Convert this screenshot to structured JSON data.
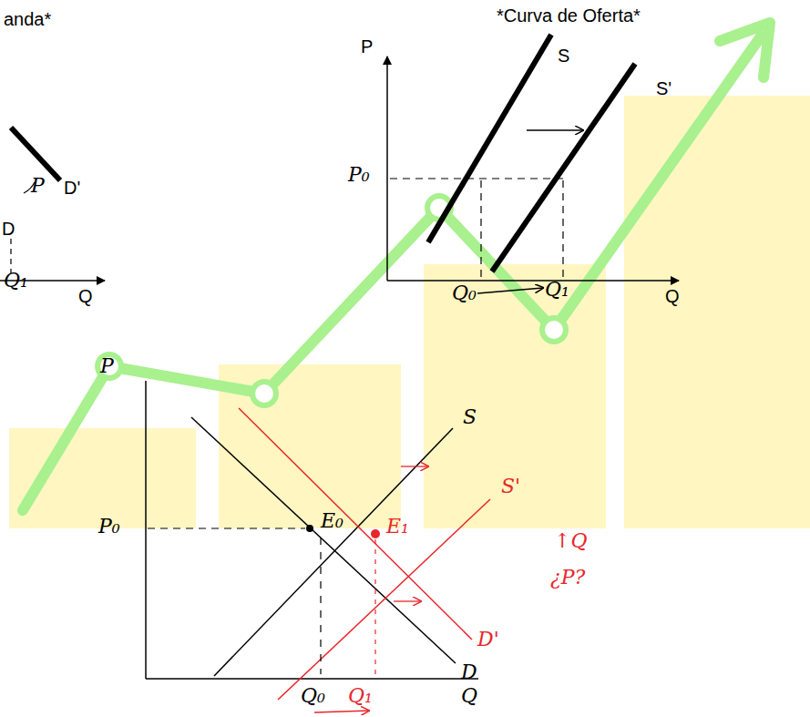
{
  "diagram": {
    "labels": [
      "anda*",
      "D'",
      "P",
      "D",
      "Q₁",
      "Q",
      "*Curva de Oferta*",
      "P",
      "S",
      "S'",
      "P₀",
      "Q₀",
      "Q₁",
      "Q",
      "P",
      "S",
      "S'",
      "P₀",
      "E₀",
      "E₁",
      "D'",
      "D",
      "Q₀",
      "Q₁",
      "Q",
      "↑Q",
      "¿P?"
    ]
  }
}
